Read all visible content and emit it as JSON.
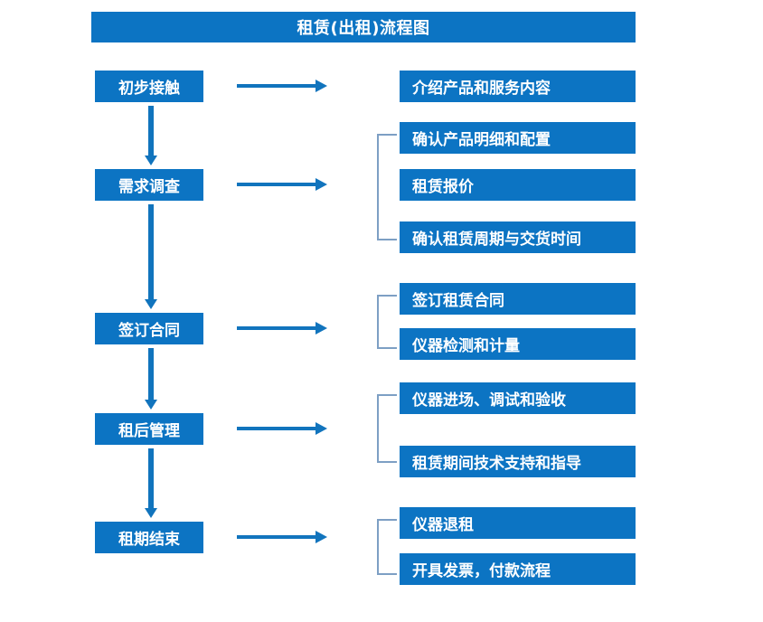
{
  "diagram": {
    "title": "租赁(出租)流程图",
    "colors": {
      "box_blue": "#0c74c3",
      "arrow_blue": "#1174bd",
      "bracket_gray_blue": "#7d9fc4",
      "text_white": "#ffffff",
      "background": "#ffffff"
    },
    "stages": [
      {
        "id": "stage-1",
        "label": "初步接触"
      },
      {
        "id": "stage-2",
        "label": "需求调查"
      },
      {
        "id": "stage-3",
        "label": "签订合同"
      },
      {
        "id": "stage-4",
        "label": "租后管理"
      },
      {
        "id": "stage-5",
        "label": "租期结束"
      }
    ],
    "details": [
      {
        "id": "detail-1-1",
        "label": "介绍产品和服务内容"
      },
      {
        "id": "detail-2-1",
        "label": "确认产品明细和配置"
      },
      {
        "id": "detail-2-2",
        "label": "租赁报价"
      },
      {
        "id": "detail-2-3",
        "label": "确认租赁周期与交货时间"
      },
      {
        "id": "detail-3-1",
        "label": "签订租赁合同"
      },
      {
        "id": "detail-3-2",
        "label": "仪器检测和计量"
      },
      {
        "id": "detail-4-1",
        "label": "仪器进场、调试和验收"
      },
      {
        "id": "detail-4-2",
        "label": "租赁期间技术支持和指导"
      },
      {
        "id": "detail-5-1",
        "label": "仪器退租"
      },
      {
        "id": "detail-5-2",
        "label": "开具发票，付款流程"
      }
    ]
  }
}
